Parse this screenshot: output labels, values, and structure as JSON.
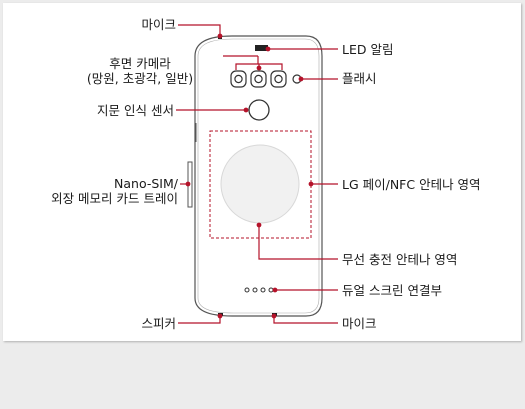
{
  "labels": {
    "mic_top": "마이크",
    "rear_camera_line1": "후면 카메라",
    "rear_camera_line2": "(망원, 초광각, 일반)",
    "fingerprint": "지문 인식 센서",
    "sim_line1": "Nano-SIM/",
    "sim_line2": "외장 메모리 카드 트레이",
    "speaker": "스피커",
    "led": "LED 알림",
    "flash": "플래시",
    "nfc_antenna": "LG 페이/NFC 안테나 영역",
    "wireless_antenna": "무선 충전 안테나 영역",
    "dual_screen": "듀얼 스크린 연결부",
    "mic_bottom": "마이크"
  },
  "colors": {
    "callout": "#b5132a",
    "phone_outline": "#555555",
    "wireless_disc": "#f1f1f1"
  }
}
